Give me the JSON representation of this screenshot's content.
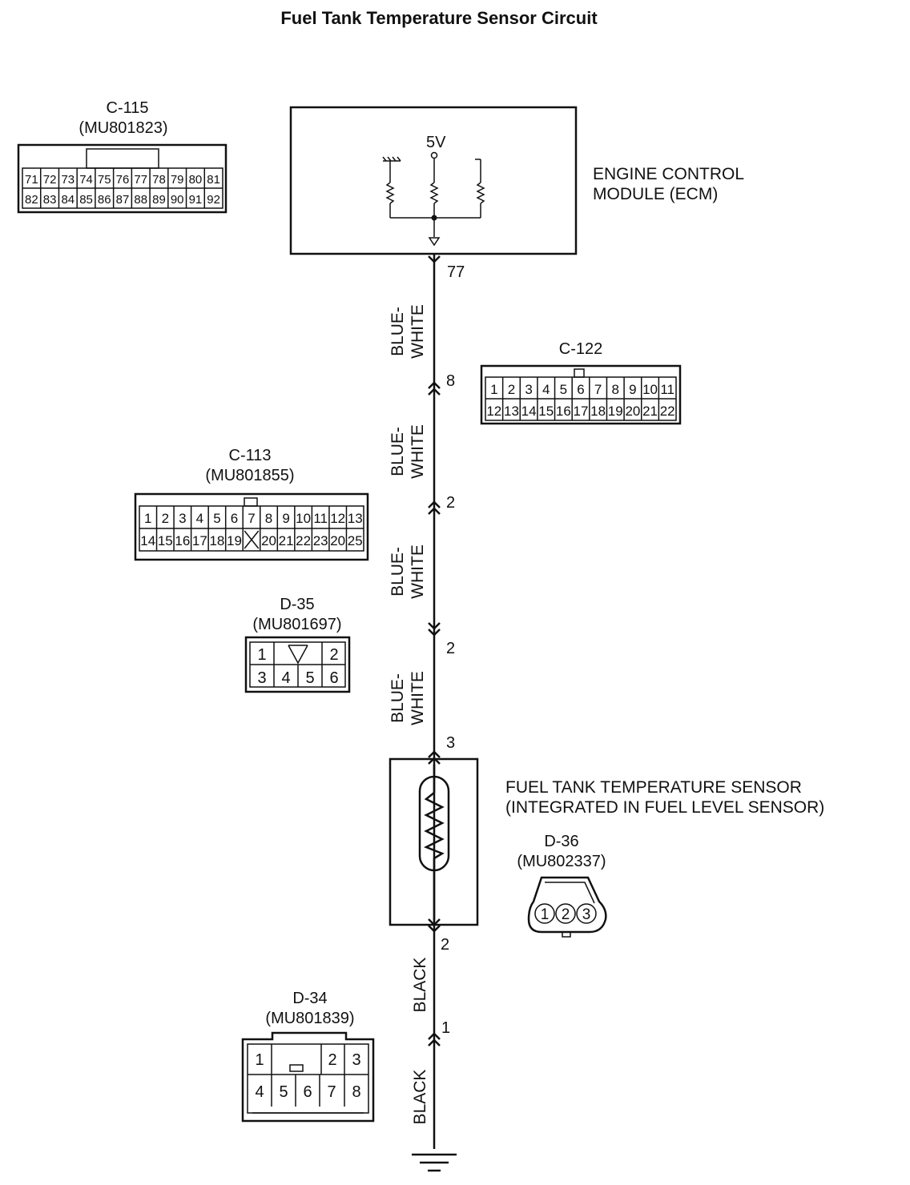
{
  "title": "Fuel Tank Temperature Sensor Circuit",
  "ecm": {
    "label_line1": "ENGINE CONTROL",
    "label_line2": "MODULE (ECM)",
    "supply": "5V",
    "pin": "77"
  },
  "sensor": {
    "label_line1": "FUEL TANK TEMPERATURE SENSOR",
    "label_line2": "(INTEGRATED IN FUEL LEVEL SENSOR)"
  },
  "pins": {
    "c122_pin": "8",
    "c113_pin": "2",
    "d35_pin": "2",
    "sensor_top": "3",
    "sensor_bottom": "2",
    "d34_pin": "1"
  },
  "wires": {
    "w1": [
      "BLUE-",
      "WHITE"
    ],
    "w2": [
      "BLUE-",
      "WHITE"
    ],
    "w3": [
      "BLUE-",
      "WHITE"
    ],
    "w4": [
      "BLUE-",
      "WHITE"
    ],
    "w5": "BLACK",
    "w6": "BLACK"
  },
  "connectors": {
    "c115": {
      "name": "C-115",
      "part": "(MU801823)",
      "row1": [
        "71",
        "72",
        "73",
        "74",
        "75",
        "76",
        "77",
        "78",
        "79",
        "80",
        "81"
      ],
      "row2": [
        "82",
        "83",
        "84",
        "85",
        "86",
        "87",
        "88",
        "89",
        "90",
        "91",
        "92"
      ]
    },
    "c122": {
      "name": "C-122",
      "row1": [
        "1",
        "2",
        "3",
        "4",
        "5",
        "6",
        "7",
        "8",
        "9",
        "10",
        "11"
      ],
      "row2": [
        "12",
        "13",
        "14",
        "15",
        "16",
        "17",
        "18",
        "19",
        "20",
        "21",
        "22"
      ]
    },
    "c113": {
      "name": "C-113",
      "part": "(MU801855)",
      "row1": [
        "1",
        "2",
        "3",
        "4",
        "5",
        "6",
        "7",
        "8",
        "9",
        "10",
        "11",
        "12",
        "13"
      ],
      "row2": [
        "14",
        "15",
        "16",
        "17",
        "18",
        "19",
        "",
        "20",
        "21",
        "22",
        "23",
        "20",
        "25"
      ]
    },
    "d35": {
      "name": "D-35",
      "part": "(MU801697)",
      "row1": [
        "1",
        "",
        "2"
      ],
      "row2": [
        "3",
        "4",
        "5",
        "6"
      ]
    },
    "d36": {
      "name": "D-36",
      "part": "(MU802337)",
      "pins": [
        "1",
        "2",
        "3"
      ]
    },
    "d34": {
      "name": "D-34",
      "part": "(MU801839)",
      "row1": [
        "1",
        "2",
        "3"
      ],
      "row2": [
        "4",
        "5",
        "6",
        "7",
        "8"
      ]
    }
  }
}
